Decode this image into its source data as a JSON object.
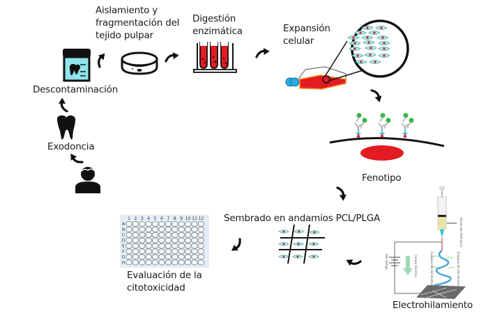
{
  "diagram": {
    "steps": {
      "exodoncia": {
        "label": "Exodoncia",
        "icon": "tooth-icon"
      },
      "patient": {
        "icon": "person-icon"
      },
      "descontaminacion": {
        "label": "Descontaminación",
        "icon": "specimen-jar-icon"
      },
      "aislamiento": {
        "label": "Aislamiento y\nfragmentación del\ntejido pulpar",
        "icon": "petri-dish-icon"
      },
      "digestion": {
        "label": "Digestión\nenzimática",
        "icon": "test-tubes-icon"
      },
      "expansion": {
        "label": "Expansión\ncelular",
        "icon": "culture-flask-icon"
      },
      "fenotipo": {
        "label": "Fenotipo",
        "icon": "antibody-membrane-icon"
      },
      "electrohilamiento": {
        "label": "Electrohilamiento",
        "icon": "electrospinning-setup-icon",
        "annotations": {
          "solution": "Disolución Polimérica",
          "voltage": "Alto Voltaje",
          "field": "Campo Eléctrico",
          "evaporation_left": "Evaporación del Disolvente",
          "evaporation_right": "Evaporación del disolvente"
        }
      },
      "sembrado": {
        "label": "Sembrado en andamios PCL/PLGA",
        "icon": "scaffold-grid-icon"
      },
      "evaluacion": {
        "label": "Evaluación de la\ncitotoxicidad",
        "icon": "well-plate-icon",
        "plate": {
          "columns": [
            "1",
            "2",
            "3",
            "4",
            "5",
            "6",
            "7",
            "8",
            "9",
            "10",
            "11",
            "12"
          ],
          "rows": [
            "A",
            "B",
            "C",
            "D",
            "E",
            "F",
            "G",
            "H"
          ]
        }
      }
    },
    "colors": {
      "blood_red": "#e31b23",
      "cell_teal": "#7fd3c4",
      "jar_fluid": "#8ee5ee",
      "plate_bg": "#e3edf7",
      "antibody_blue": "#3a9cc4",
      "antigen_green": "#3bb54a",
      "cap_blue": "#29aae1",
      "flask_orange": "#f7941d"
    }
  }
}
